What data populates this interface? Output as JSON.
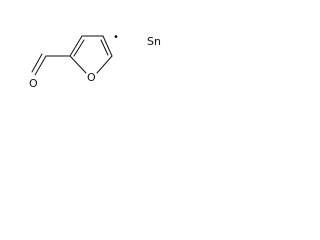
{
  "molecule": {
    "atoms": {
      "ring_oxygen": "O",
      "carbonyl_oxygen": "O",
      "tin": "Sn"
    },
    "radical_marker": "•"
  },
  "colors": {
    "background": "#ffffff",
    "ink": "#111111"
  }
}
